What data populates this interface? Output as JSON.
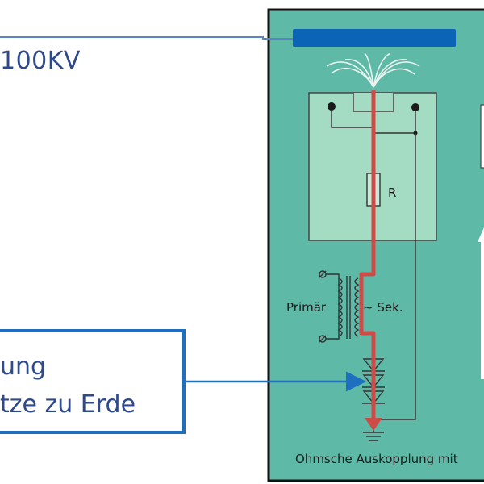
{
  "slide": {
    "voltage_label": "100KV",
    "callout": {
      "line1": "ung",
      "line2": "tze zu Erde"
    }
  },
  "schematic": {
    "resistor_label": "R",
    "primary_label": "Primär",
    "secondary_label": "~ Sek.",
    "caption": "Ohmsche Auskopplung mit"
  },
  "colors": {
    "panel_bg": "#5fb9a7",
    "panel_border": "#111111",
    "inner_box_bg": "#a3dcc2",
    "blue_bar": "#0b64b5",
    "current_path": "#cc4c48",
    "callout_border": "#1f6fc0",
    "text_blue": "#2f4a8a"
  }
}
